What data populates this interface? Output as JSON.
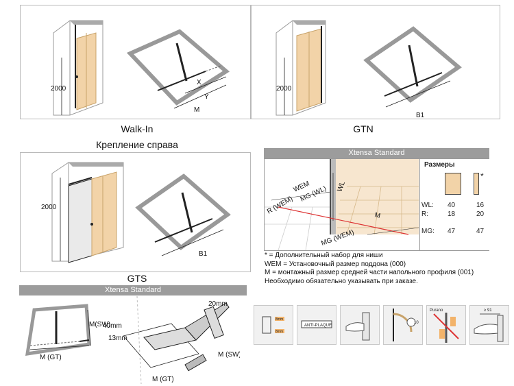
{
  "top_left": {
    "dim_height": "2000",
    "label_x": "X",
    "label_y": "Y",
    "label_m": "M",
    "caption": "Walk-In",
    "subcaption": "Крепление справа"
  },
  "top_right": {
    "dim_height": "2000",
    "label_b1": "B1",
    "caption": "GTN"
  },
  "middle_left": {
    "dim_height": "2000",
    "label_b1": "B1",
    "caption": "GTS"
  },
  "xtensa_panel": {
    "header": "Xtensa Standard",
    "floor_labels": {
      "r_wem": "R (WEM)",
      "wem": "WEM",
      "mg_wl": "MG (WL)",
      "wl": "WL",
      "m": "M",
      "mg_wem": "MG (WEM)"
    },
    "table": {
      "title": "Размеры",
      "star": "*",
      "rows": [
        {
          "label": "WL:",
          "a": "40",
          "b": "16"
        },
        {
          "label": "R:",
          "a": "18",
          "b": "20"
        },
        {
          "label": "MG:",
          "a": "47",
          "b": "47"
        }
      ]
    },
    "notes": [
      "* = Дополнительный набор для ниши",
      "WEM = Установочный размер поддона (000)",
      "M = монтажный размер средней части напольного профиля (001)",
      "Необходимо обязательно указывать при заказе."
    ]
  },
  "bottom_left": {
    "header": "Xtensa Standard",
    "labels": {
      "m_sw_left": "M(SW)",
      "m_gt_left": "M (GT)",
      "d40": "40mm",
      "d13": "13mm",
      "d20": "20mm",
      "m_sw_right": "M (SW)",
      "m_gt_right": "M (GT)"
    }
  },
  "icons": [
    {
      "name": "mounting-icon",
      "labels": [
        "8mm",
        "8mm"
      ]
    },
    {
      "name": "anti-plaque-icon",
      "labels": [
        "ANTI-PLAQUE"
      ]
    },
    {
      "name": "hand-glass-icon",
      "labels": []
    },
    {
      "name": "door-swing-icon",
      "labels": [
        "10"
      ]
    },
    {
      "name": "purano-icon",
      "labels": [
        "Purano"
      ]
    },
    {
      "name": "angle-icon",
      "labels": [
        "≥ 91"
      ]
    }
  ]
}
